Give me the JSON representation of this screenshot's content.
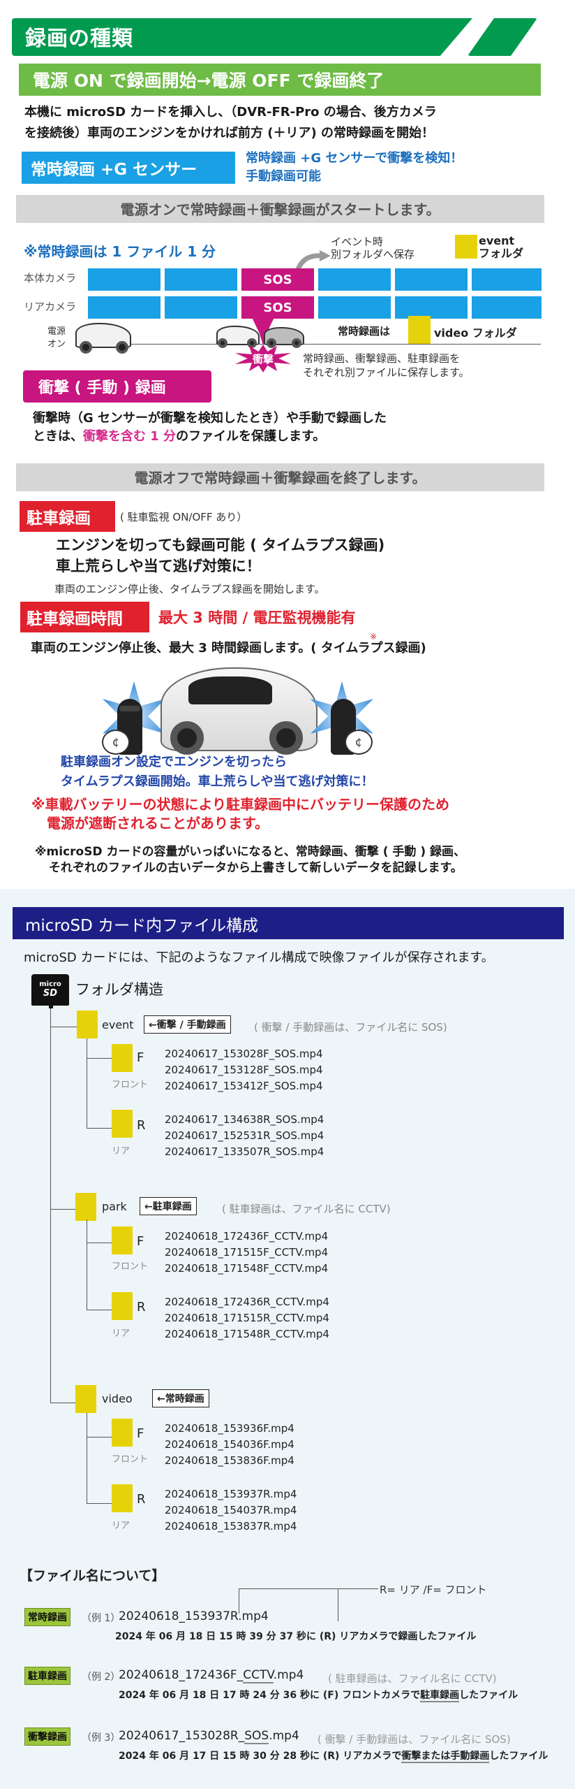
{
  "header": {
    "title": "録画の種類",
    "subtitle": "電源 ON で録画開始→電源 OFF で録画終了",
    "intro_lines": [
      "本機に microSD カードを挿入し、（DVR-FR-Pro の場合、後方カメラ",
      "を接続後）車両のエンジンをかければ前方 (＋リア) の常時録画を開始！"
    ]
  },
  "continuous": {
    "tag": "常時録画 +G センサー",
    "desc_lines": [
      "常時録画 +G センサーで衝撃を検知！",
      "手動録画可能"
    ],
    "start_bar": "電源オンで常時録画＋衝撃録画がスタートします。"
  },
  "timeline": {
    "note": "※常時録画は 1 ファイル 1 分",
    "event_note_lines": [
      "イベント時",
      "別フォルダへ保存"
    ],
    "event_folder_lines": [
      "event",
      "フォルダ"
    ],
    "rows": [
      {
        "label": "本体カメラ",
        "segments": [
          "",
          "",
          "SOS",
          "",
          "",
          ""
        ]
      },
      {
        "label": "リアカメラ",
        "segments": [
          "",
          "",
          "SOS",
          "",
          "",
          ""
        ]
      }
    ],
    "power_on_lines": [
      "電源",
      "オン"
    ],
    "video_folder_prefix": "常時録画は",
    "video_folder_text": "video フォルダ",
    "impact_label": "衝撃",
    "save_note_lines": [
      "常時録画、衝撃録画、駐車録画を",
      "それぞれ別ファイルに保存します。"
    ],
    "colors": {
      "segment": "#1aa0e4",
      "sos": "#c8157f",
      "folder": "#e6d20a"
    }
  },
  "impact_section": {
    "tag": "衝撃 ( 手動 ) 録画",
    "desc_line1": "衝撃時（G センサーが衝撃を検知したとき）や手動で録画した",
    "desc_line2_prefix": "ときは、",
    "desc_line2_highlight": "衝撃を含む 1 分",
    "desc_line2_suffix": "のファイルを保護します。",
    "end_bar": "電源オフで常時録画＋衝撃録画を終了します。"
  },
  "parking": {
    "tag": "駐車録画",
    "tag_note": "( 駐車監視 ON/OFF あり）",
    "lead_lines": [
      "エンジンを切っても録画可能 ( タイムラプス録画)",
      "車上荒らしや当て逃げ対策に！"
    ],
    "sub": "車両のエンジン停止後、タイムラプス録画を開始します。",
    "time_tag": "駐車録画時間",
    "time_note": "最大 3 時間 / 電圧監視機能有",
    "time_desc": "車両のエンジン停止後、最大 3 時間録画します。( タイムラプス録画)",
    "asterisk": "※",
    "illus_caption_lines": [
      "駐車録画オン設定でエンジンを切ったら",
      "タイムラプス録画開始。車上荒らしや当て逃げ対策に！"
    ],
    "warning_lines": [
      "※車載バッテリーの状態により駐車録画中にバッテリー保護のため",
      "電源が遮断されることがあります。"
    ],
    "sd_note_lines": [
      "※microSD カードの容量がいっぱいになると、常時録画、衝撃 ( 手動 ) 録画、",
      "それぞれのファイルの古いデータから上書きして新しいデータを記録します。"
    ],
    "bag_symbol": "¢"
  },
  "file_structure": {
    "title": "microSD カード内ファイル構成",
    "intro": "microSD カードには、下記のようなファイル構成で映像ファイルが保存されます。",
    "sd_icon_text": [
      "micro",
      "SD"
    ],
    "folder_struct_title": "フォルダ構造",
    "folders": [
      {
        "name": "event",
        "badge": "←衝撃 / 手動録画",
        "note": "( 衝撃 / 手動録画は、ファイル名に SOS)",
        "subs": [
          {
            "letter": "F",
            "caption": "フロント",
            "files": [
              "20240617_153028F_SOS.mp4",
              "20240617_153128F_SOS.mp4",
              "20240617_153412F_SOS.mp4"
            ]
          },
          {
            "letter": "R",
            "caption": "リア",
            "files": [
              "20240617_134638R_SOS.mp4",
              "20240617_152531R_SOS.mp4",
              "20240617_133507R_SOS.mp4"
            ]
          }
        ]
      },
      {
        "name": "park",
        "badge": "←駐車録画",
        "note": "( 駐車録画は、ファイル名に CCTV)",
        "subs": [
          {
            "letter": "F",
            "caption": "フロント",
            "files": [
              "20240618_172436F_CCTV.mp4",
              "20240618_171515F_CCTV.mp4",
              "20240618_171548F_CCTV.mp4"
            ]
          },
          {
            "letter": "R",
            "caption": "リア",
            "files": [
              "20240618_172436R_CCTV.mp4",
              "20240618_171515R_CCTV.mp4",
              "20240618_171548R_CCTV.mp4"
            ]
          }
        ]
      },
      {
        "name": "video",
        "badge": "←常時録画",
        "note": "",
        "subs": [
          {
            "letter": "F",
            "caption": "フロント",
            "files": [
              "20240618_153936F.mp4",
              "20240618_154036F.mp4",
              "20240618_153836F.mp4"
            ]
          },
          {
            "letter": "R",
            "caption": "リア",
            "files": [
              "20240618_153937R.mp4",
              "20240618_154037R.mp4",
              "20240618_153837R.mp4"
            ]
          }
        ]
      }
    ]
  },
  "filename_info": {
    "title": "【ファイル名について】",
    "legend": "R= リア /F= フロント",
    "examples": [
      {
        "badge": "常時録画",
        "label": "（例 1）",
        "file_pre": "20240618_153937R.mp4",
        "file_ul": "",
        "file_post": "",
        "note": "",
        "desc_pre": "2024 年 06 月 18 日 15 時 39 分 37 秒に (R) リアカメラで録画したファイル",
        "desc_ul": "",
        "desc_post": ""
      },
      {
        "badge": "駐車録画",
        "label": "（例 2）",
        "file_pre": "20240618_172436F_",
        "file_ul": "CCTV",
        "file_post": ".mp4",
        "note": "( 駐車録画は、ファイル名に CCTV)",
        "desc_pre": "2024 年 06 月 18 日 17 時 24 分 36 秒に (F) フロントカメラで",
        "desc_ul": "駐車録画",
        "desc_post": "したファイル"
      },
      {
        "badge": "衝撃録画",
        "label": "（例 3）",
        "file_pre": "20240617_153028R_",
        "file_ul": "SOS",
        "file_post": ".mp4",
        "note": "( 衝撃 / 手動録画は、ファイル名に SOS)",
        "desc_pre": "2024 年 06 月 17 日 15 時 30 分 28 秒に (R) リアカメラで",
        "desc_ul": "衝撃または手動録画",
        "desc_post": "したファイル"
      }
    ]
  },
  "colors": {
    "title_green": "#029a4f",
    "sub_green": "#6ebb45",
    "tag_blue": "#1aa0e4",
    "text_blue": "#1b6fbf",
    "magenta": "#c8157f",
    "red": "#e0212e",
    "navy": "#1d1e86",
    "folder_yellow": "#e6d20a",
    "badge_green": "#9bc63a"
  }
}
